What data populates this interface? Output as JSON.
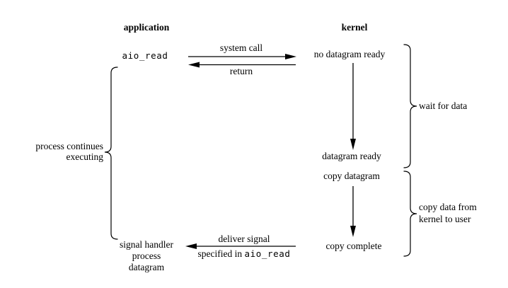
{
  "diagram": {
    "columns": {
      "left_header": "application",
      "right_header": "kernel"
    },
    "application_side": {
      "call_label": "aio_read",
      "process_note_line1": "process continues",
      "process_note_line2": "executing",
      "signal_handler_line1": "signal handler",
      "signal_handler_line2": "process",
      "signal_handler_line3": "datagram"
    },
    "kernel_side": {
      "state_no_datagram": "no datagram ready",
      "state_datagram_ready": "datagram ready",
      "state_copy_datagram": "copy datagram",
      "state_copy_complete": "copy complete"
    },
    "arrows": {
      "system_call_label": "system call",
      "return_label": "return",
      "deliver_signal_line1": "deliver signal",
      "deliver_signal_line2_prefix": "specified in ",
      "deliver_signal_line2_code": "aio_read"
    },
    "braces": {
      "wait_label": "wait for data",
      "copy_label_line1": "copy data from",
      "copy_label_line2": "kernel to user"
    },
    "colors": {
      "ink": "#000000",
      "background": "#ffffff"
    }
  }
}
